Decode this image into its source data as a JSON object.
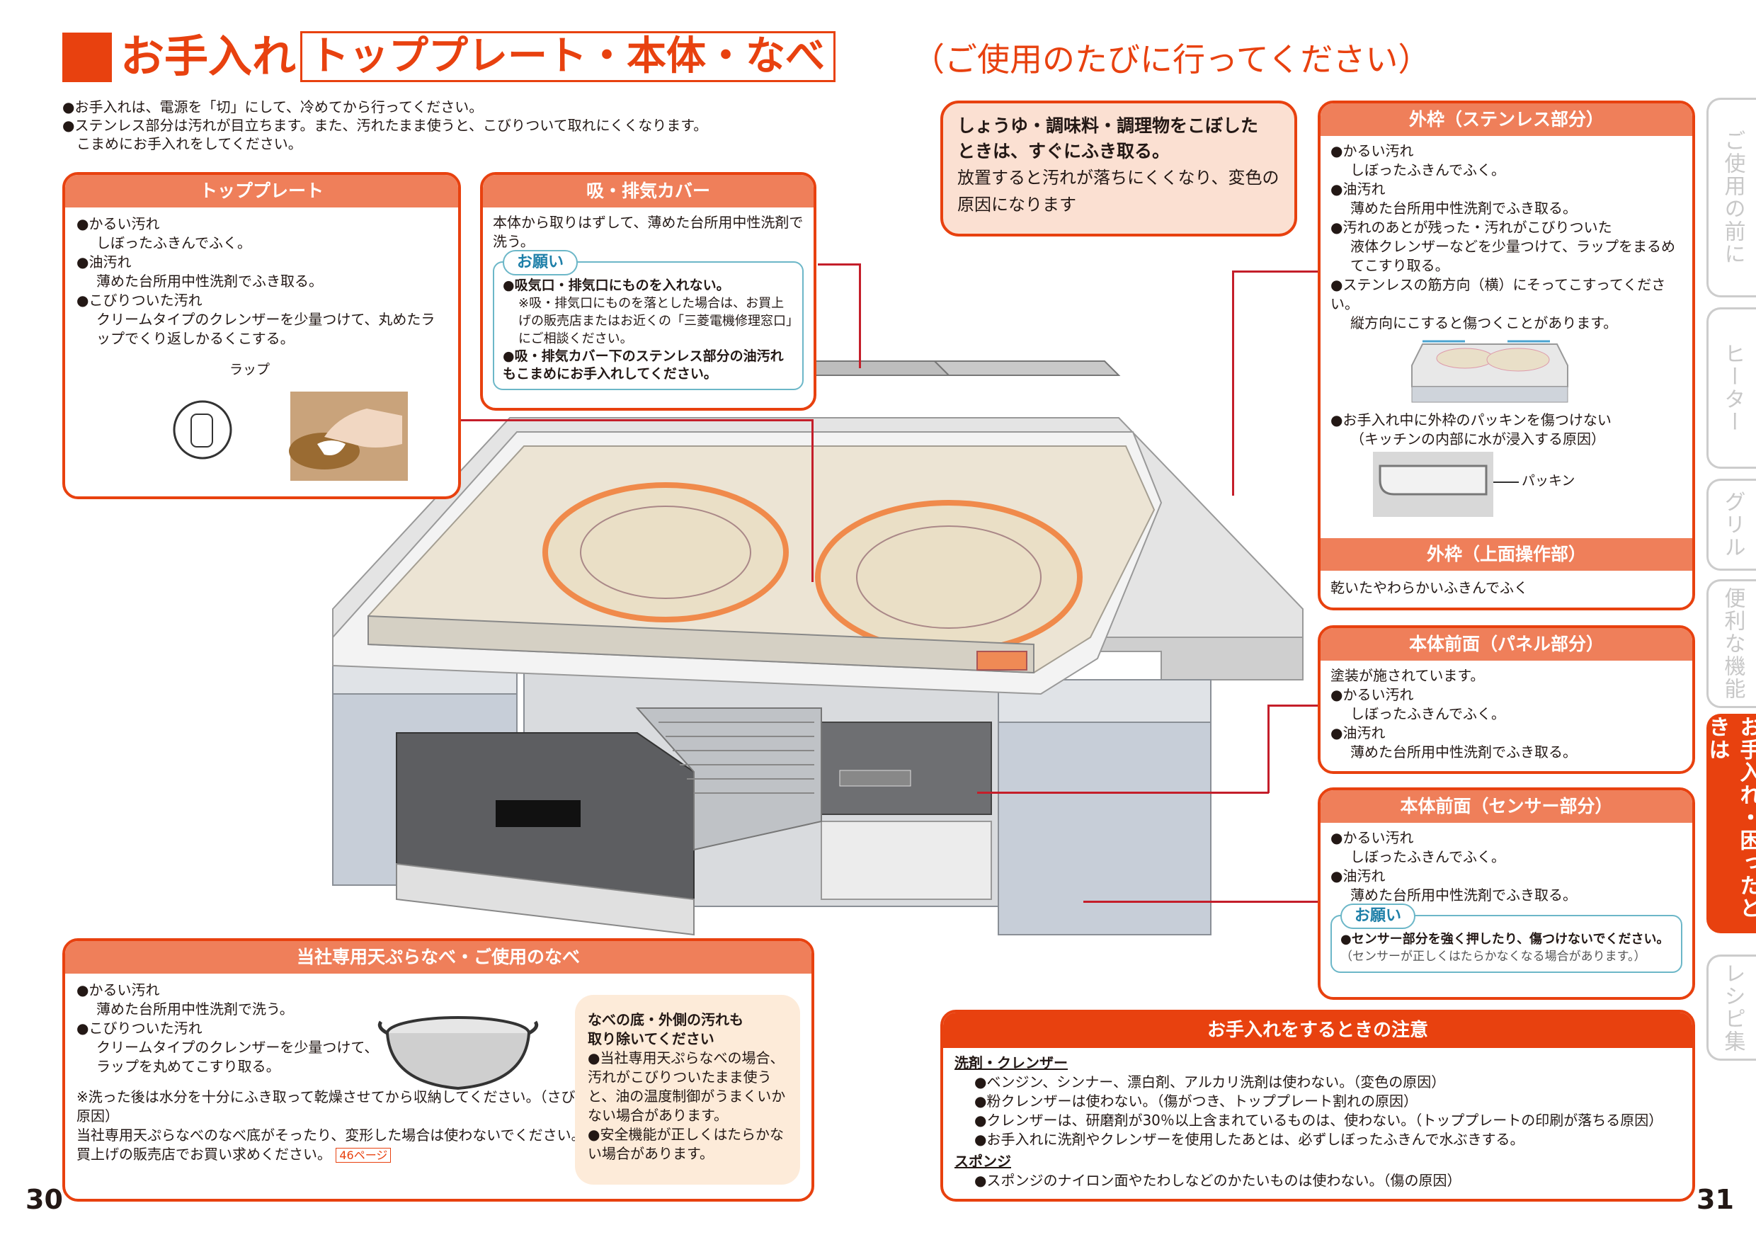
{
  "header": {
    "title_main": "お手入れ",
    "title_box": "トッププレート・本体・なべ",
    "title_sub": "（ご使用のたびに行ってください）"
  },
  "intro": [
    "●お手入れは、電源を「切」にして、冷めてから行ってください。",
    "●ステンレス部分は汚れが目立ちます。また、汚れたまま使うと、こびりついて取れにくくなります。",
    "こまめにお手入れをしてください。"
  ],
  "top_plate": {
    "title": "トッププレート",
    "items": [
      {
        "head": "●かるい汚れ",
        "body": "しぼったふきんでふく。"
      },
      {
        "head": "●油汚れ",
        "body": "薄めた台所用中性洗剤でふき取る。"
      },
      {
        "head": "●こびりついた汚れ",
        "body": "クリームタイプのクレンザーを少量つけて、丸めたラップでくり返しかるくこする。"
      }
    ],
    "wrap_label": "ラップ"
  },
  "exhaust_cover": {
    "title": "吸・排気カバー",
    "body": "本体から取りはずして、薄めた台所用中性洗剤で洗う。",
    "onegai_label": "お願い",
    "onegai_1": "●吸気口・排気口にものを入れない。",
    "onegai_1_note": "※吸・排気口にものを落とした場合は、お買上げの販売店またはお近くの「三菱電機修理窓口」にご相談ください。",
    "onegai_2": "●吸・排気カバー下のステンレス部分の油汚れもこまめにお手入れしてください。"
  },
  "soy_note": {
    "line1": "しょうゆ・調味料・調理物をこぼした",
    "line2": "ときは、すぐにふき取る。",
    "line3": "放置すると汚れが落ちにくくなり、変色の",
    "line4": "原因になります"
  },
  "frame_stainless": {
    "title": "外枠（ステンレス部分）",
    "items": [
      {
        "head": "●かるい汚れ",
        "body": "しぼったふきんでふく。"
      },
      {
        "head": "●油汚れ",
        "body": "薄めた台所用中性洗剤でふき取る。"
      },
      {
        "head": "●汚れのあとが残った・汚れがこびりついた",
        "body": "液体クレンザーなどを少量つけて、ラップをまるめてこすり取る。"
      },
      {
        "head": "●ステンレスの筋方向（横）にそってこすってください。",
        "body": "縦方向にこすると傷つくことがあります。"
      }
    ],
    "packing_warn": "●お手入れ中に外枠のパッキンを傷つけない",
    "packing_note": "（キッチンの内部に水が浸入する原因）",
    "packing_label": "パッキン"
  },
  "frame_top": {
    "title": "外枠（上面操作部）",
    "body": "乾いたやわらかいふきんでふく"
  },
  "front_panel": {
    "title": "本体前面（パネル部分）",
    "lead": "塗装が施されています。",
    "items": [
      {
        "head": "●かるい汚れ",
        "body": "しぼったふきんでふく。"
      },
      {
        "head": "●油汚れ",
        "body": "薄めた台所用中性洗剤でふき取る。"
      }
    ]
  },
  "front_sensor": {
    "title": "本体前面（センサー部分）",
    "items": [
      {
        "head": "●かるい汚れ",
        "body": "しぼったふきんでふく。"
      },
      {
        "head": "●油汚れ",
        "body": "薄めた台所用中性洗剤でふき取る。"
      }
    ],
    "onegai_label": "お願い",
    "onegai_1": "●センサー部分を強く押したり、傷つけないでください。",
    "onegai_1_note": "（センサーが正しくはたらかなくなる場合があります。）"
  },
  "pot": {
    "title": "当社専用天ぷらなべ・ご使用のなべ",
    "items": [
      {
        "head": "●かるい汚れ",
        "body": "薄めた台所用中性洗剤で洗う。"
      },
      {
        "head": "●こびりついた汚れ",
        "body": "クリームタイプのクレンザーを少量つけて、ラップを丸めてこすり取る。"
      }
    ],
    "dry_note": "※洗った後は水分を十分にふき取って乾燥させてから収納してください。（さびの原因）",
    "warp_note": "当社専用天ぷらなべのなべ底がそったり、変形した場合は使わないでください。お買上げの販売店でお買い求めください。",
    "page_ref": "46ページ",
    "side_title_1": "なべの底・外側の汚れも",
    "side_title_2": "取り除いてください",
    "side_item_1": "●当社専用天ぷらなべの場合、汚れがこびりついたまま使うと、油の温度制御がうまくいかない場合があります。",
    "side_item_2": "●安全機能が正しくはたらかない場合があります。"
  },
  "cautions": {
    "title": "お手入れをするときの注意",
    "section1": "洗剤・クレンザー",
    "items1": [
      "●ベンジン、シンナー、漂白剤、アルカリ洗剤は使わない。（変色の原因）",
      "●粉クレンザーは使わない。（傷がつき、トッププレート割れの原因）",
      "●クレンザーは、研磨剤が30％以上含まれているものは、使わない。（トッププレートの印刷が落ちる原因）",
      "●お手入れに洗剤やクレンザーを使用したあとは、必ずしぼったふきんで水ぶきする。"
    ],
    "section2": "スポンジ",
    "items2": [
      "●スポンジのナイロン面やたわしなどのかたいものは使わない。（傷の原因）"
    ]
  },
  "side_tabs": [
    {
      "label": "ご使用の前に",
      "active": false
    },
    {
      "label": "ヒーター",
      "active": false
    },
    {
      "label": "グリル",
      "active": false
    },
    {
      "label": "便利な機能",
      "active": false
    },
    {
      "label": "お手入れ・困ったときは",
      "active": true
    },
    {
      "label": "レシピ集",
      "active": false
    }
  ],
  "page_numbers": {
    "left": "30",
    "right": "31"
  },
  "colors": {
    "accent": "#e8410f",
    "head_fill": "#ef7f5a",
    "onegai": "#1e7fa8",
    "leader": "#c41e2a"
  }
}
